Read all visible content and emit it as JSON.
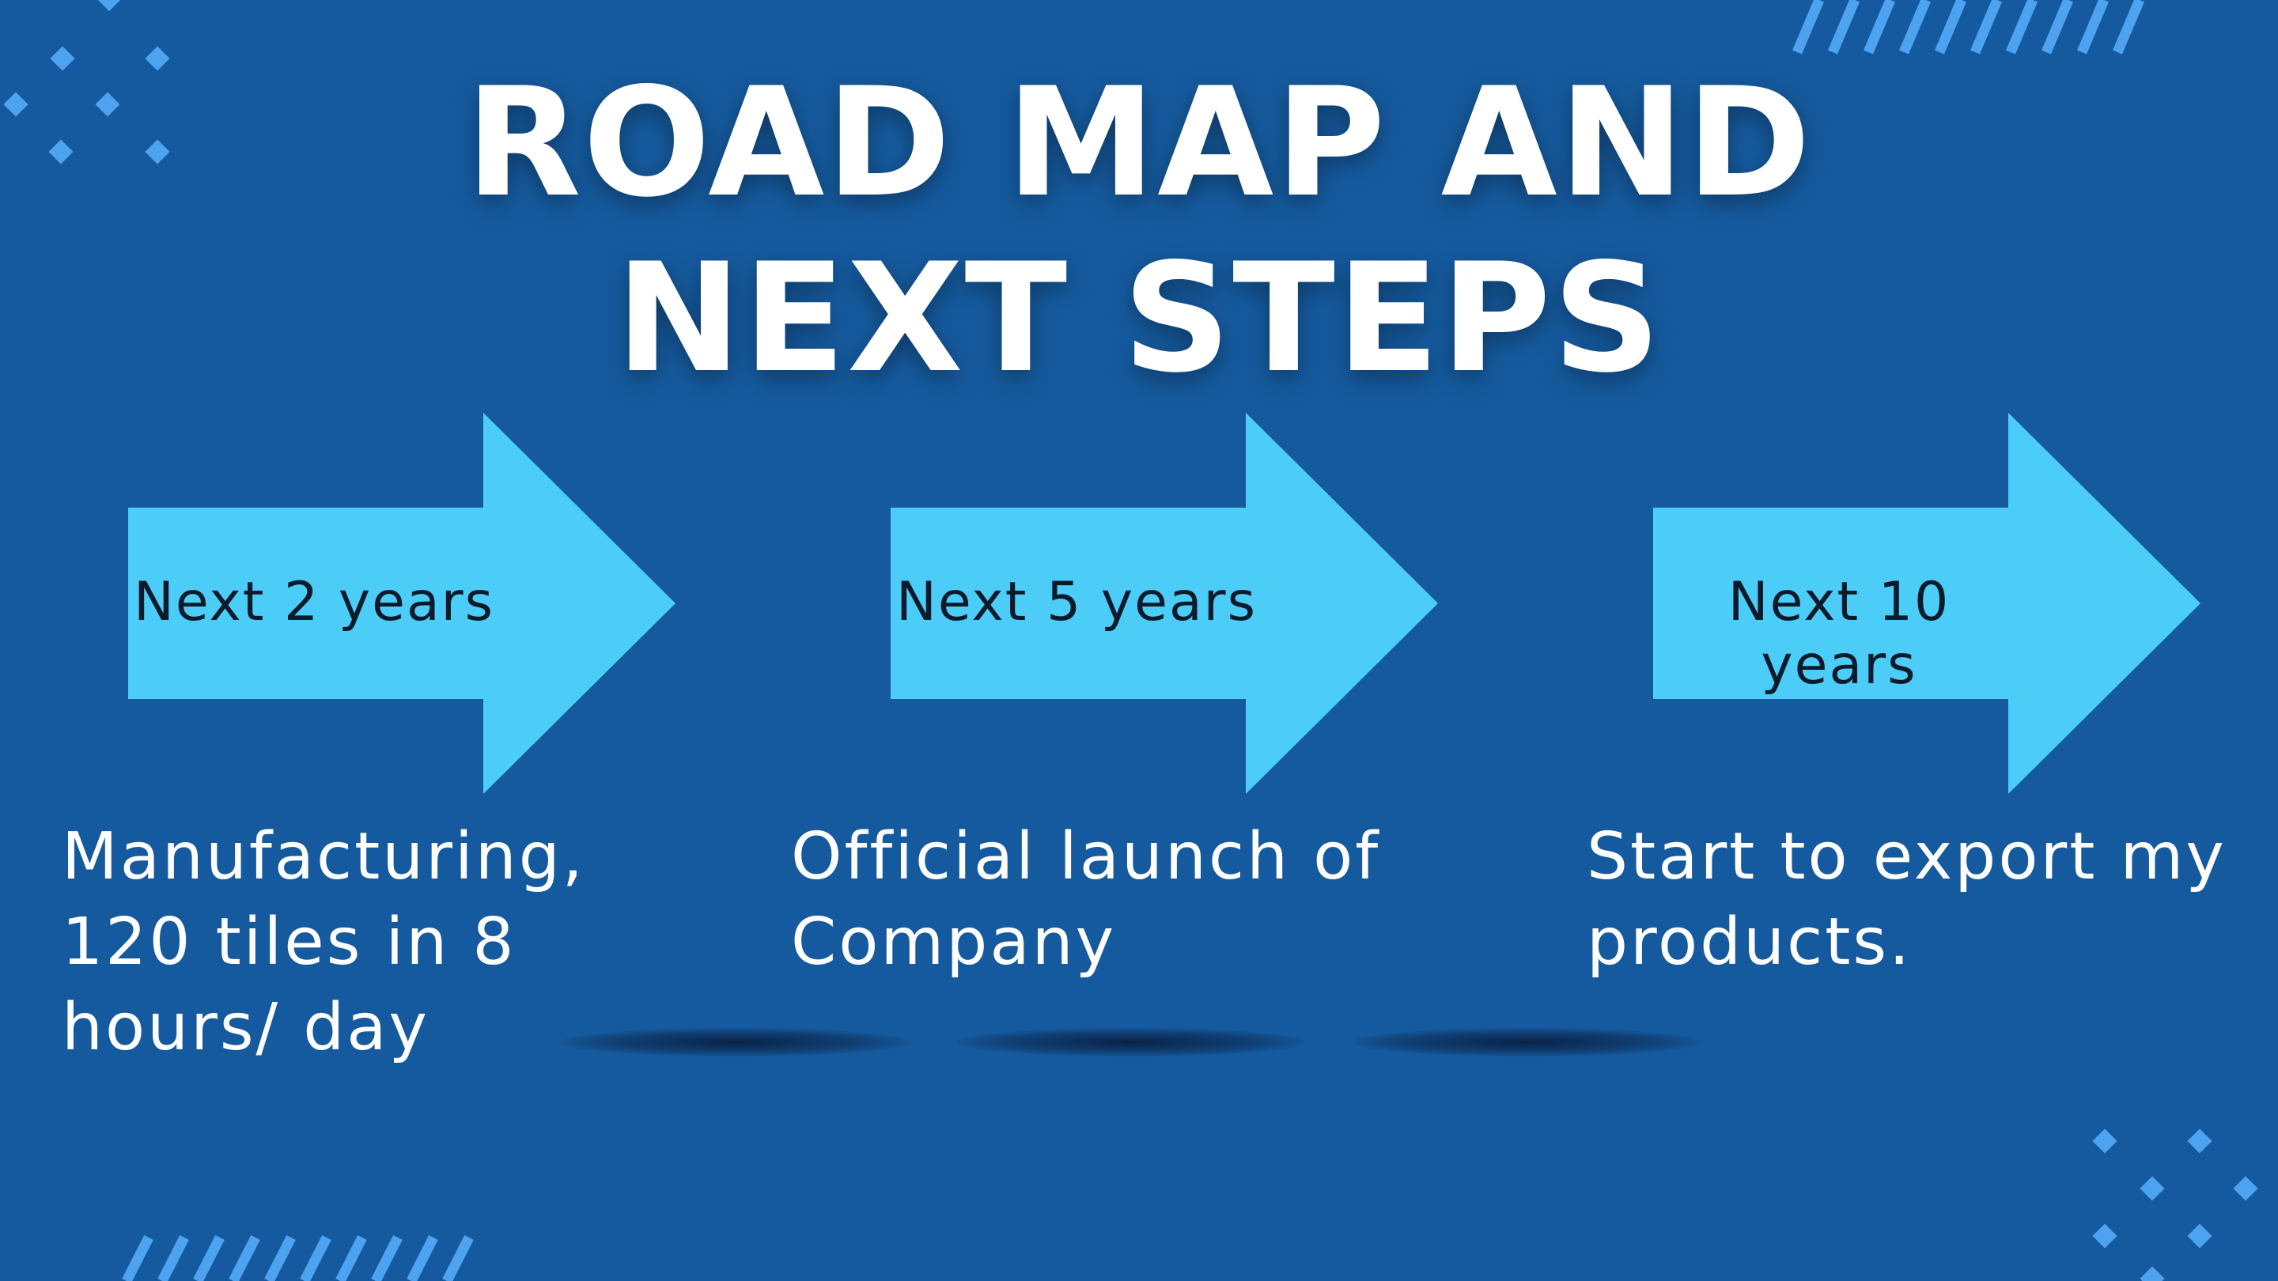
{
  "title": {
    "line1": "ROAD MAP AND",
    "line2": "NEXT STEPS"
  },
  "steps": [
    {
      "label": "Next 2 years",
      "description": " Manufacturing,\n120 tiles in 8\nhours/ day"
    },
    {
      "label": "Next 5 years",
      "description": "Official launch of\nCompany"
    },
    {
      "label": "Next 10 years",
      "description": "Start to export my\nproducts."
    }
  ],
  "colors": {
    "background": "#155a9e",
    "arrow": "#4ccdf8",
    "accent_deco": "#4ea3f0",
    "title_text": "#ffffff",
    "arrow_text": "#0c1a2c"
  }
}
